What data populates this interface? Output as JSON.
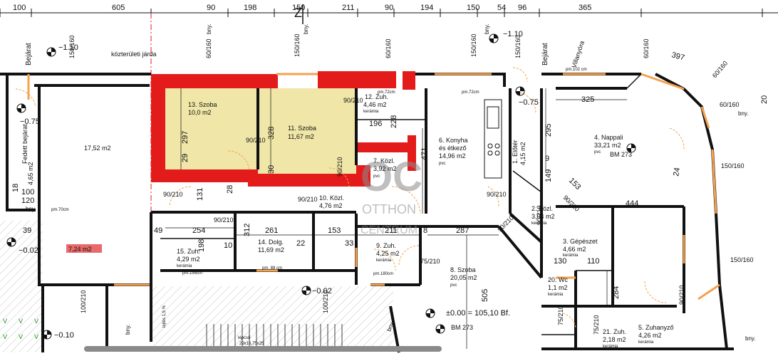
{
  "top_dims": [
    "100",
    "605",
    "90",
    "198",
    "150",
    "211",
    "90",
    "194",
    "150",
    "54",
    "96",
    "365"
  ],
  "labels": {
    "kozteruleti": "közterületi járda",
    "bejarat_left": "Bejárat",
    "bejarat_right": "Bejárat",
    "fedett": "Fedett bejárat",
    "level_110_left": "−1.10",
    "level_110_right": "−1.10",
    "level_075_left": "−0.75",
    "level_075_right": "−0.75",
    "level_002_left": "−0.02",
    "level_002_bottom": "−0.02",
    "level_010": "−0.10",
    "bny": "bny.",
    "zero": "±0.00 = 105,10 Bf.",
    "bm_right": "BM 273",
    "bm_bottom": "BM 273",
    "villanyora": "Villanyóra",
    "watermark_line1": "OTTHON",
    "watermark_line2": "CENTRUM",
    "lejtes": "lejtés 1,5 %",
    "lepcso": "lépcső",
    "lepcso2": "29x16,75x25"
  },
  "rooms": [
    {
      "num": "13. Szoba",
      "area": "10,0 m2"
    },
    {
      "num": "11. Szoba",
      "area": "11,67 m2"
    },
    {
      "num": "12. Zuh.",
      "area": "4,46 m2",
      "mat": "kerámia"
    },
    {
      "num": "6. Konyha",
      "num2": "és étkező",
      "area": "14,96 m2",
      "mat": "pvc"
    },
    {
      "num": "7. Közl.",
      "area": "3,92 m2",
      "mat": "pvc"
    },
    {
      "num": "10. Közl.",
      "area": "4,76 m2"
    },
    {
      "num": "1. Előtér",
      "area": "4,15 m2",
      "mat": "pvc"
    },
    {
      "num": "4. Nappali",
      "area": "33,21 m2",
      "mat": "pvc"
    },
    {
      "num": "2. Közl.",
      "area": "3,04 m2",
      "mat": "kerámia"
    },
    {
      "num": "3. Gépészet",
      "area": "4,66 m2",
      "mat": "kerámia"
    },
    {
      "num": "14. Dolg.",
      "area": "11,69 m2"
    },
    {
      "num": "15. Zuh.",
      "area": "4,29 m2",
      "mat": "kerámia"
    },
    {
      "num": "9. Zuh.",
      "area": "4,25 m2",
      "mat": "kerámia"
    },
    {
      "num": "8. Szoba",
      "area": "20,05 m2",
      "mat": "pvc"
    },
    {
      "num": "20. Wc",
      "area": "1,1 m2",
      "mat": "kerámia"
    },
    {
      "num": "21. Zuh.",
      "area": "2,18 m2",
      "mat": "kerámia"
    },
    {
      "num": "5. Zuhanyző",
      "area": "4,26 m2",
      "mat": "kerámia"
    }
  ],
  "area_left": "17,52 m2",
  "area_highlight": "7,24 m2",
  "area_fedett": "4,65 m2",
  "pm_labels": [
    "pm.70cm",
    "pm.72cm",
    "pm.102 cm",
    "pm.72cm",
    "pm.155cm",
    "pm. 88 cm",
    "pm.180cm"
  ],
  "interior_dims": [
    "297",
    "29",
    "328",
    "30",
    "196",
    "228",
    "471",
    "295",
    "325",
    "131",
    "254",
    "261",
    "153",
    "211",
    "287",
    "312",
    "198",
    "10",
    "22",
    "33",
    "444",
    "130",
    "110",
    "284",
    "505",
    "153",
    "149",
    "49",
    "39",
    "28",
    "8",
    "9",
    "24",
    "18",
    "100",
    "120",
    "20"
  ],
  "door_dims": [
    "90/210",
    "90/210",
    "90/210",
    "90/210",
    "90/210",
    "90/210",
    "90/210",
    "90/210",
    "90/210",
    "75/210",
    "75/210",
    "75/210",
    "90/210",
    "90/210",
    "150/160",
    "150/160",
    "60/160",
    "60/160",
    "60/160",
    "150/160",
    "150/160",
    "100/210",
    "100/210",
    "150/160",
    "150/160",
    "60/160",
    "60/160"
  ],
  "arc_label": "397",
  "colors": {
    "red": "#e31b1b",
    "highlight": "#efe6a8",
    "wall": "#111111",
    "orange": "#f5a14f",
    "pink": "#e86a6a",
    "terrace_hatch": "#bdbdbd",
    "watermark": "#999999"
  }
}
